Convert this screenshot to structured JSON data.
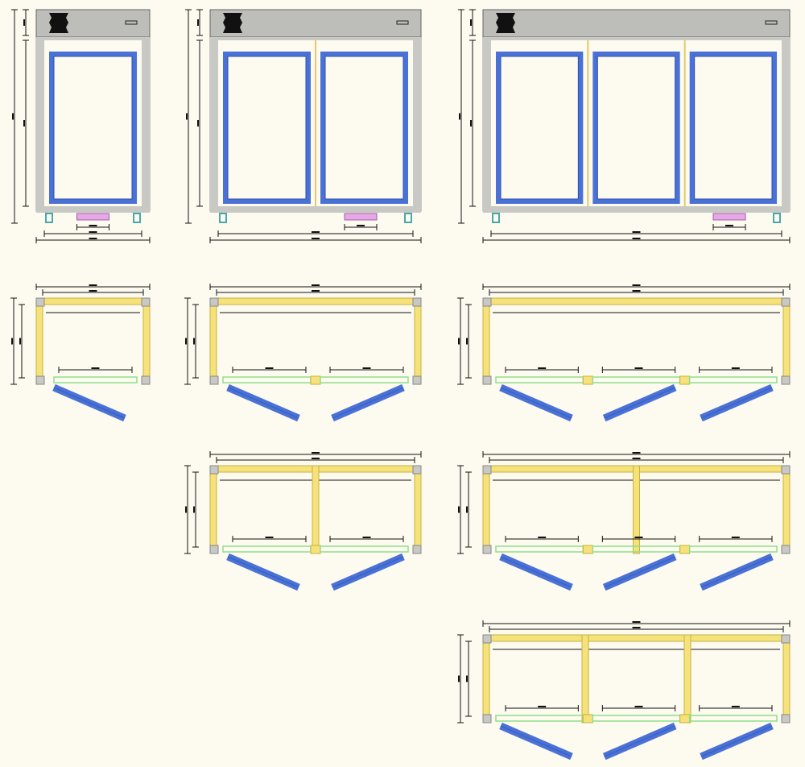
{
  "colors": {
    "background": "#fdfaf0",
    "frame_gray": "#c8c8c4",
    "top_band": "#bdbdb9",
    "door_blue": "#4a72d6",
    "door_blue_dark": "#2a4fb0",
    "post_yellow": "#f5e27a",
    "track_green": "#8fe08a",
    "foot_teal": "#4aa9a9",
    "handle_pink": "#e6a8e6",
    "dimension_line": "#111111",
    "logo_black": "#111111"
  },
  "elevations": [
    {
      "name": "elevation-1-door",
      "doors": 1
    },
    {
      "name": "elevation-2-door",
      "doors": 2
    },
    {
      "name": "elevation-3-door",
      "doors": 3
    }
  ],
  "plans": [
    {
      "name": "plan-1-door",
      "doors": 1,
      "partitions": 0
    },
    {
      "name": "plan-2-door",
      "doors": 2,
      "partitions": 0
    },
    {
      "name": "plan-3-door",
      "doors": 3,
      "partitions": 0
    },
    {
      "name": "plan-2-door-1-partition",
      "doors": 2,
      "partitions": 1
    },
    {
      "name": "plan-3-door-1-partition",
      "doors": 3,
      "partitions": 1
    },
    {
      "name": "plan-3-door-2-partitions",
      "doors": 3,
      "partitions": 2
    }
  ]
}
